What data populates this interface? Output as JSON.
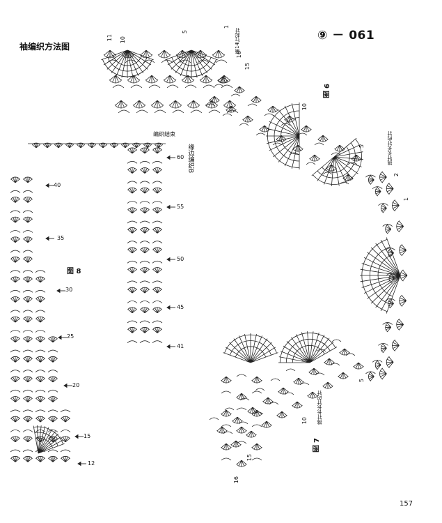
{
  "page_title": "袖编织方法图",
  "pattern_code": "⑨ － 061",
  "page_number": "157",
  "colors": {
    "ink": "#222222",
    "background": "#ffffff"
  },
  "figures": {
    "fig6": "图 6",
    "fig7": "图 7",
    "fig8": "图 8"
  },
  "edge_label_b": "缘边编织B",
  "finish_label": "编织结束",
  "fig6_notes": {
    "top_right": "第14行起针",
    "side": "挑针长长针的针"
  },
  "fig7_notes": {
    "side": "挑针长长针的针"
  },
  "row_numbers": {
    "fig6": [
      "1",
      "5",
      "10",
      "11",
      "16",
      "15",
      "10",
      "5",
      "2",
      "1"
    ],
    "fig7": [
      "5",
      "10",
      "15",
      "16"
    ],
    "edge_b": [
      "60",
      "55",
      "50",
      "45",
      "41"
    ],
    "fig8": [
      "40",
      "35",
      "30",
      "25",
      "20",
      "15",
      "12"
    ]
  }
}
